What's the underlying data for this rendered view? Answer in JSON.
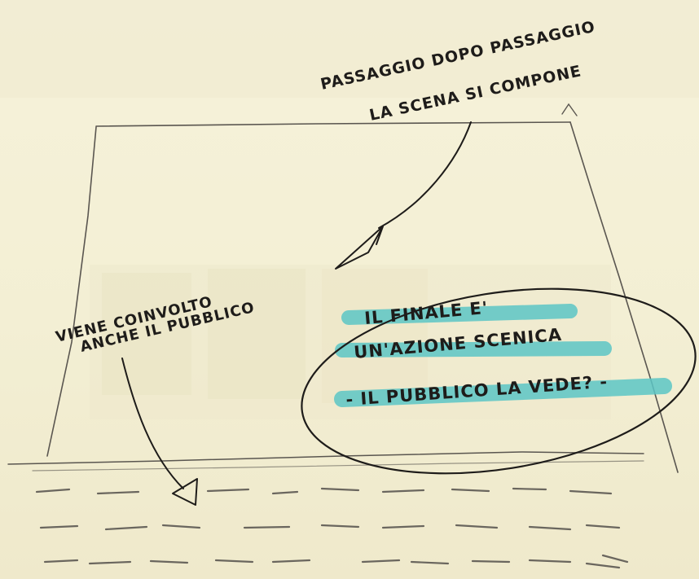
{
  "sketch": {
    "annotation_top": {
      "line1": "PASSAGGIO DOPO PASSAGGIO",
      "line2": "LA SCENA SI COMPONE"
    },
    "annotation_left": {
      "line1": "VIENE COINVOLTO",
      "line2": "ANCHE IL PUBBLICO"
    },
    "annotation_center": {
      "line1": "IL FINALE E'",
      "line2": "UN'AZIONE SCENICA",
      "line3": "- IL PUBBLICO LA VEDE? -"
    }
  },
  "colors": {
    "paper": "#f4f0d8",
    "pencil": "#5a5650",
    "ink": "#1e1c1a",
    "highlighter": "#5cc6c6"
  }
}
